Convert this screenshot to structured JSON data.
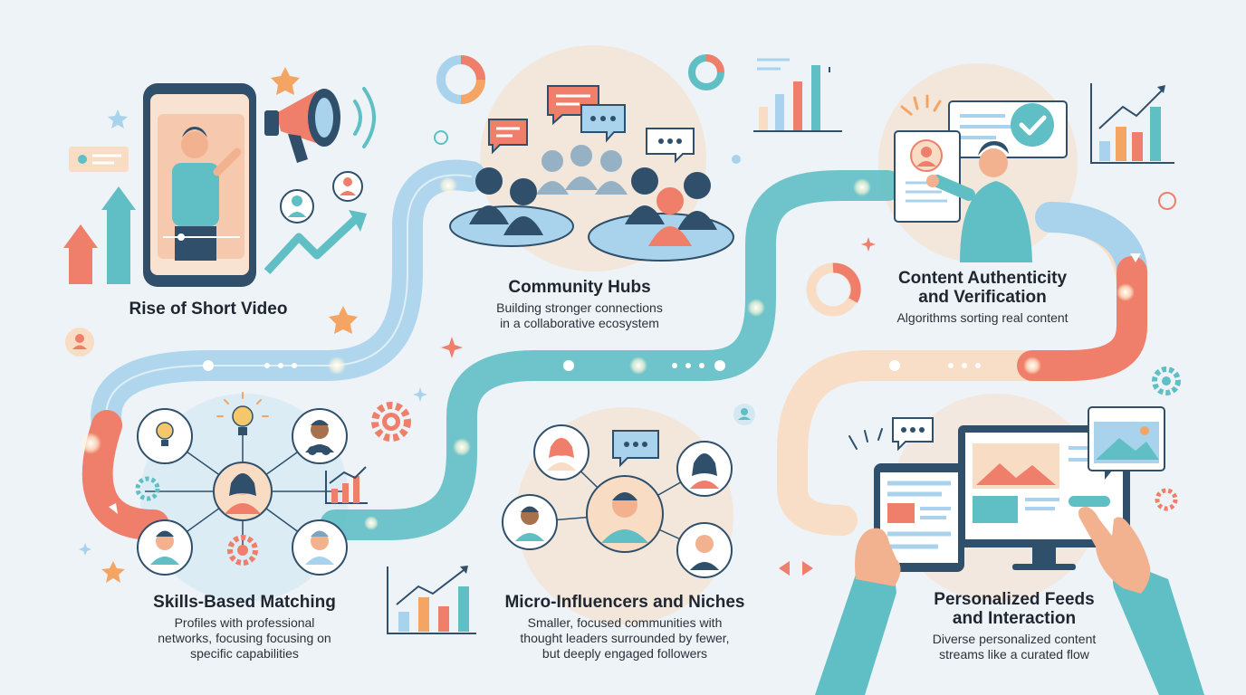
{
  "colors": {
    "teal": "#5fbfc4",
    "light_blue": "#a9d3ec",
    "coral": "#ef7f6b",
    "peach": "#f8dcc4",
    "navy": "#2f4f6b",
    "background": "#eef3f7"
  },
  "stages": [
    {
      "key": "rise",
      "title": "Rise of Short Video",
      "subtitle": ""
    },
    {
      "key": "hubs",
      "title": "Community Hubs",
      "subtitle": "Building stronger connections\nin a collaborative ecosystem"
    },
    {
      "key": "auth",
      "title": "Content Authenticity\nand Verification",
      "subtitle": "Algorithms sorting real content"
    },
    {
      "key": "skills",
      "title": "Skills-Based Matching",
      "subtitle": "Profiles with professional\nnetworks, focusing focusing on\nspecific capabilities"
    },
    {
      "key": "micro",
      "title": "Micro-Influencers and Niches",
      "subtitle": "Smaller, focused communities with\nthought leaders surrounded by fewer,\nbut deeply engaged followers"
    },
    {
      "key": "feeds",
      "title": "Personalized Feeds\nand Interaction",
      "subtitle": "Diverse personalized content\nstreams like a curated flow"
    }
  ],
  "icons": [
    "smartphone-video-icon",
    "megaphone-icon",
    "trend-arrow-icon",
    "chat-bubble-icon",
    "people-group-icon",
    "verified-badge-icon",
    "profile-card-icon",
    "bar-chart-icon",
    "donut-chart-icon",
    "lightbulb-icon",
    "gear-icon",
    "star-icon",
    "tablet-icon",
    "monitor-icon",
    "hand-pointer-icon"
  ]
}
